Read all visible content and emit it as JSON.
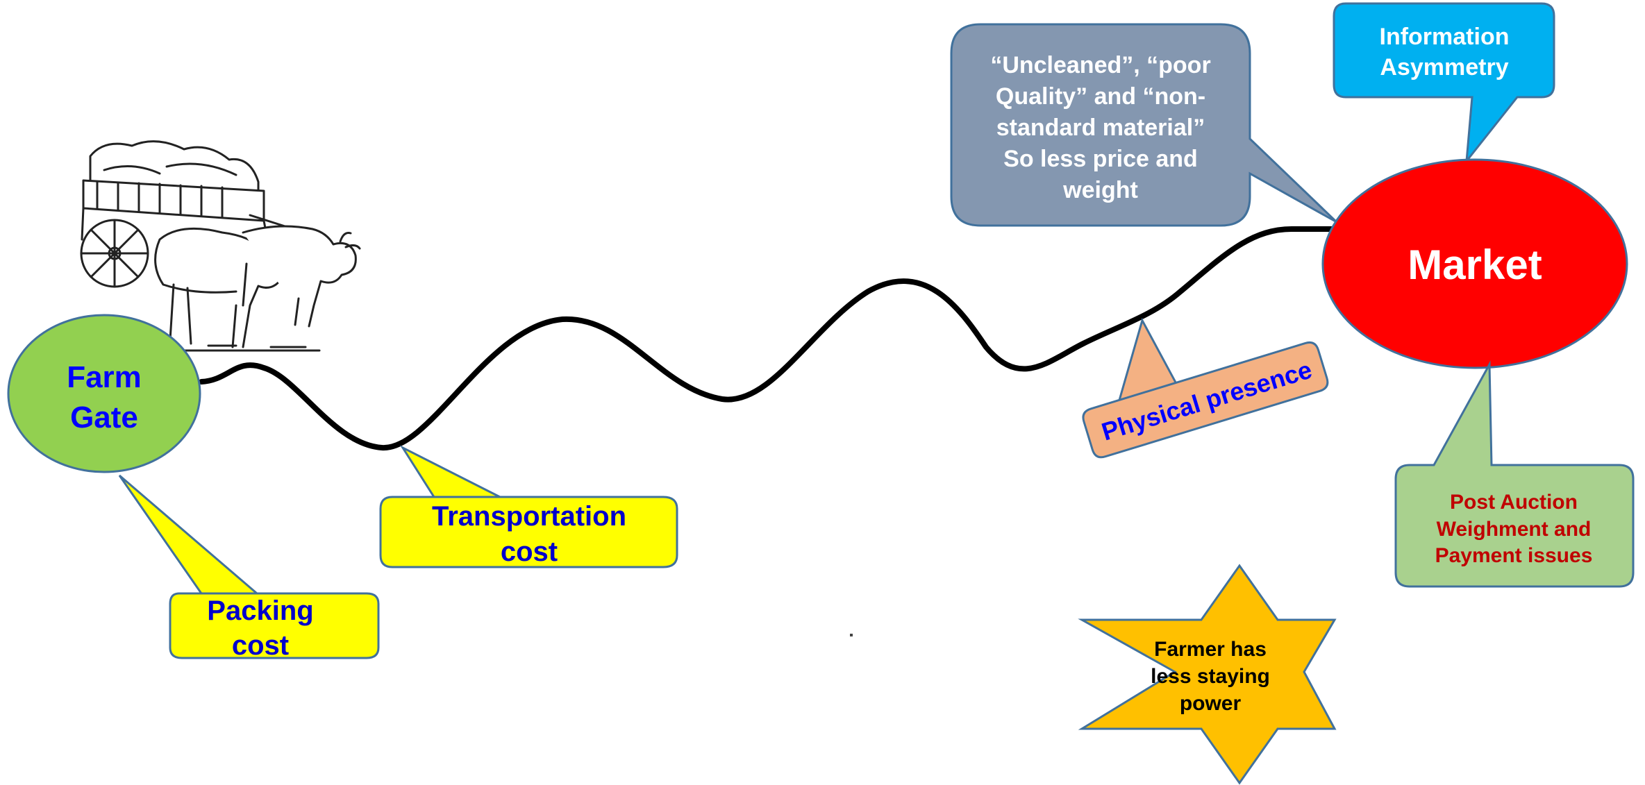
{
  "nodes": {
    "farm_gate": {
      "lines": [
        "Farm",
        "Gate"
      ],
      "fill": "#92D050",
      "text_color": "#0000FF"
    },
    "market": {
      "label": "Market",
      "fill": "#FF0000",
      "text_color": "#FFFFFF"
    }
  },
  "callouts": {
    "packing_cost": {
      "lines": [
        "Packing",
        "cost"
      ],
      "fill": "#FFFF00",
      "text_color": "#0000CC"
    },
    "transportation_cost": {
      "lines": [
        "Transportation",
        "cost"
      ],
      "fill": "#FFFF00",
      "text_color": "#0000CC"
    },
    "physical_presence": {
      "label": "Physical presence",
      "fill": "#F4B183",
      "text_color": "#0000FF"
    },
    "quality_issue": {
      "lines": [
        "“Uncleaned”, “poor",
        "Quality” and “non-",
        "standard material”",
        "So less price and",
        "weight"
      ],
      "fill": "#8497B0",
      "text_color": "#FFFFFF"
    },
    "information_asymmetry": {
      "lines": [
        "Information",
        "Asymmetry"
      ],
      "fill": "#00B0F0",
      "text_color": "#FFFFFF"
    },
    "post_auction": {
      "lines": [
        "Post Auction",
        "Weighment and",
        "Payment issues"
      ],
      "fill": "#A9D18E",
      "text_color": "#C00000"
    }
  },
  "star": {
    "lines": [
      "Farmer has",
      "less staying",
      "power"
    ],
    "fill": "#FFC000",
    "text_color": "#000000"
  },
  "illustration": {
    "name": "bullock-cart"
  }
}
